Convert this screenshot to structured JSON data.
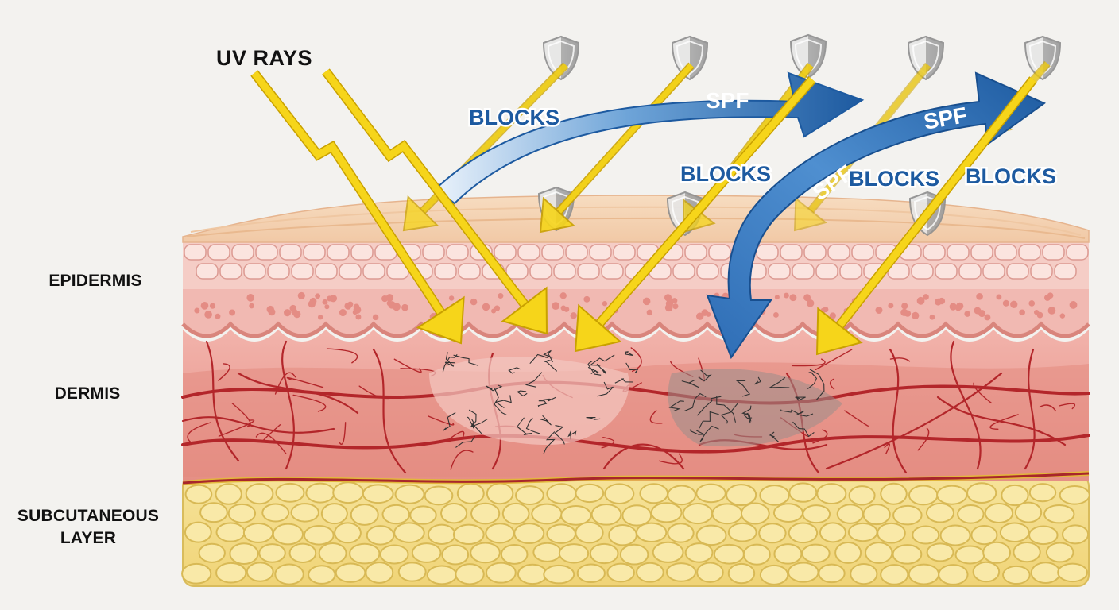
{
  "title": "UV RAYS",
  "layers": {
    "epidermis": "EPIDERMIS",
    "dermis": "DERMIS",
    "subcutaneous_line1": "SUBCUTANEOUS",
    "subcutaneous_line2": "LAYER"
  },
  "arrow_labels": {
    "blocks_1": "BLOCKS",
    "blocks_2": "BLOCKS",
    "blocks_3": "BLOCKS",
    "blocks_4": "BLOCKS",
    "spf_1": "SPF",
    "spf_2": "SPF",
    "spf_3": "SPF"
  },
  "colors": {
    "uv_ray": "#f6d51a",
    "spf_arrow": "#1d5aa0",
    "shield": "#b9b9b9",
    "epidermis": "#f0b8b2",
    "dermis": "#e89288",
    "fat": "#f5df8a"
  }
}
